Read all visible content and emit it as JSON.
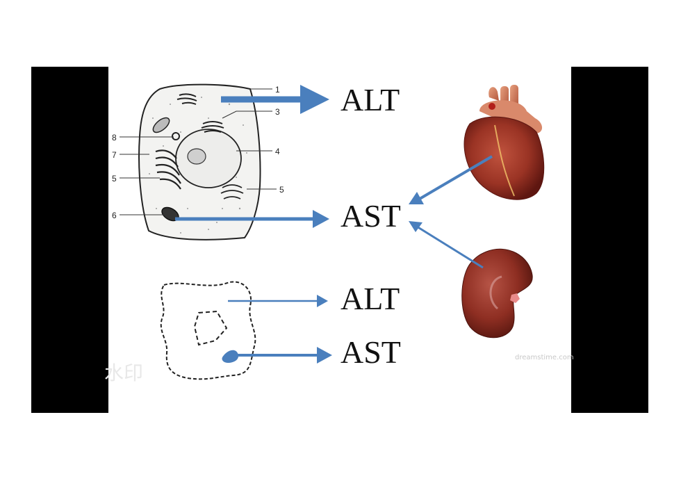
{
  "labels": {
    "alt_top": "ALT",
    "ast_mid": "AST",
    "alt_bottom": "ALT",
    "ast_bottom": "AST"
  },
  "cell_numbers": {
    "n1": "1",
    "n3": "3",
    "n4": "4",
    "n5a": "5",
    "n5b": "5",
    "n6": "6",
    "n7": "7",
    "n8": "8"
  },
  "watermark": "水印",
  "credit": "dreamstime.com",
  "colors": {
    "arrow": "#4a7fbd",
    "background": "#ffffff",
    "side_bars": "#000000",
    "organ_red": "#8e2a1f"
  },
  "icons": {
    "heart": "heart-icon",
    "kidney": "kidney-icon",
    "cell": "cell-diagram-icon",
    "damaged_cell": "damaged-cell-icon"
  }
}
